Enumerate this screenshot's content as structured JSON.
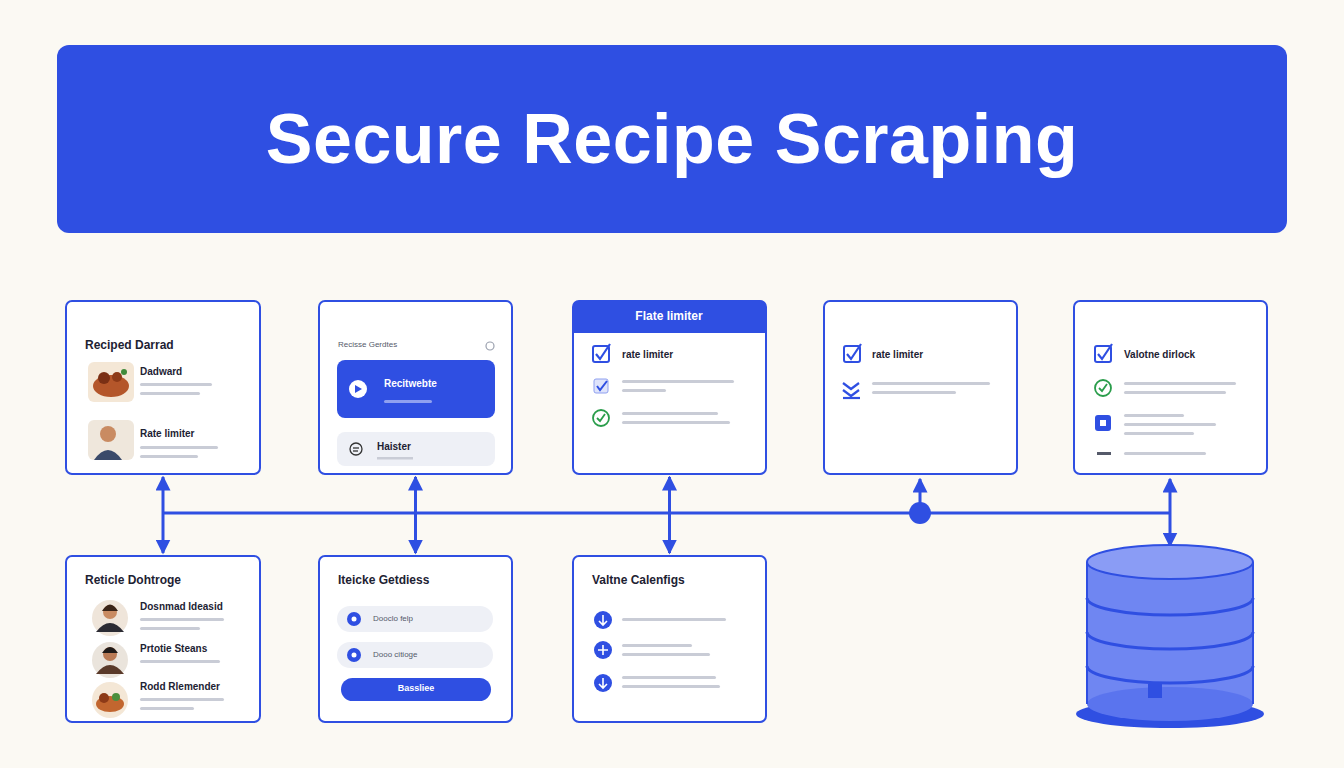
{
  "diagram": {
    "title": "Secure Recipe Scraping",
    "nodes": [
      {
        "text": [
          "Reciped Darrad",
          "Dadward",
          "Rate limiter"
        ]
      },
      {
        "text": [
          "Recisse Gerdtes"
        ]
      },
      {
        "text": [
          "Recitwebte"
        ],
        "in": 1
      },
      {
        "text": [
          "Haister"
        ],
        "in": 1
      },
      {
        "text": [
          "Flate limiter",
          "rate limiter"
        ]
      },
      {
        "text": [
          "rate limiter"
        ]
      },
      {
        "text": [
          "Valotne dirlock"
        ]
      },
      {
        "text": [
          "Reticle Dohtroge",
          "Dosnmad Ideasid",
          "Prtotie Steans",
          "Rodd Rlemender"
        ]
      },
      {
        "text": [
          "Iteicke Getdiess"
        ]
      },
      {
        "text": [
          "Dooclo felp"
        ],
        "in": 8
      },
      {
        "text": [
          "Dooo citioge"
        ],
        "in": 8
      },
      {
        "text": [
          "Bassliee"
        ],
        "in": 8
      },
      {
        "text": [
          "Valtne Calenfigs"
        ]
      }
    ],
    "edges": [
      {
        "from": 0,
        "to": 7,
        "arrow": "both"
      },
      {
        "from": 1,
        "to": 8,
        "arrow": "both"
      },
      {
        "from": 4,
        "to": 12,
        "arrow": "both"
      }
    ]
  }
}
